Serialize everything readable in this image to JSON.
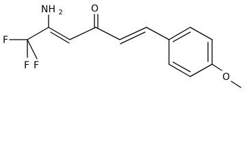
{
  "molecule": {
    "atom_labels": {
      "F1": "F",
      "F2": "F",
      "F3": "F",
      "amine": "NH2",
      "ketone_oxygen": "O",
      "ether_oxygen": "O"
    }
  }
}
